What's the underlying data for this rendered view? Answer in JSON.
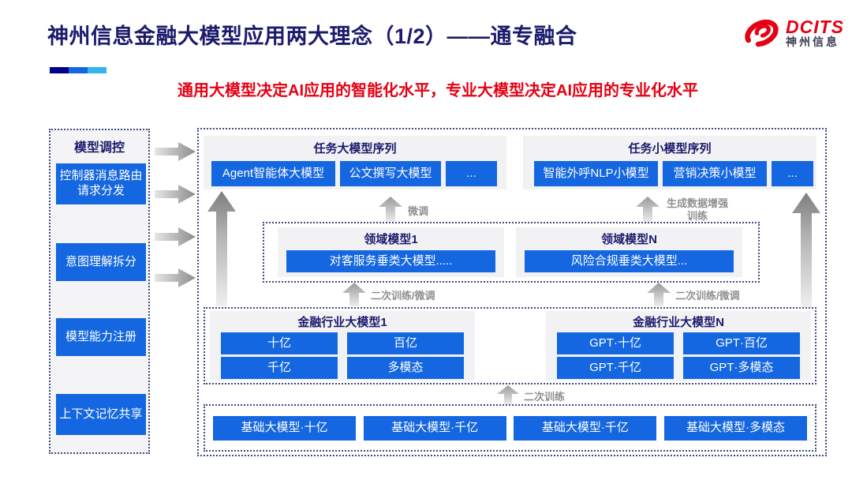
{
  "slide": {
    "title": "神州信息金融大模型应用两大理念（1/2）——通专融合",
    "subtitle": "通用大模型决定AI应用的智能化水平，专业大模型决定AI应用的专业化水平"
  },
  "logo": {
    "brand": "DCITS",
    "brand_cn": "神州信息"
  },
  "colors": {
    "button_blue": "#1467e0",
    "heading_navy": "#1c1a6c",
    "subtitle_red": "#e60013",
    "accent_bar": [
      "#00008b",
      "#1467e0",
      "#35b5e5"
    ],
    "dotted_border": "#3f4a80",
    "arrow_gray": "#8f8f8f"
  },
  "sidebar": {
    "title": "模型调控",
    "items": [
      {
        "label": "控制器消息路由请求分发"
      },
      {
        "label": "意图理解拆分"
      },
      {
        "label": "模型能力注册"
      },
      {
        "label": "上下文记忆共享"
      }
    ]
  },
  "task_large": {
    "title": "任务大模型序列",
    "items": [
      "Agent智能体大模型",
      "公文撰写大模型",
      "..."
    ]
  },
  "task_small": {
    "title": "任务小模型序列",
    "items": [
      "智能外呼NLP小模型",
      "营销决策小模型",
      "..."
    ]
  },
  "domain_models": {
    "groups": [
      {
        "title": "领域模型1",
        "model": "对客服务垂类大模型....."
      },
      {
        "title": "领域模型N",
        "model": "风险合规垂类大模型..."
      }
    ]
  },
  "industry_models": {
    "groups": [
      {
        "title": "金融行业大模型1",
        "items": [
          "十亿",
          "百亿",
          "千亿",
          "多模态"
        ]
      },
      {
        "title": "金融行业大模型N",
        "items": [
          "GPT·十亿",
          "GPT·百亿",
          "GPT·千亿",
          "GPT·多模态"
        ]
      }
    ]
  },
  "base_models": {
    "items": [
      "基础大模型·十亿",
      "基础大模型·千亿",
      "基础大模型·千亿",
      "基础大模型·多模态"
    ]
  },
  "arrow_labels": {
    "finetune": "微调",
    "augmented_training": "生成数据增强训练",
    "secondary_left": "二次训练/微调",
    "secondary_right": "二次训练/微调",
    "secondary_training": "二次训练"
  }
}
